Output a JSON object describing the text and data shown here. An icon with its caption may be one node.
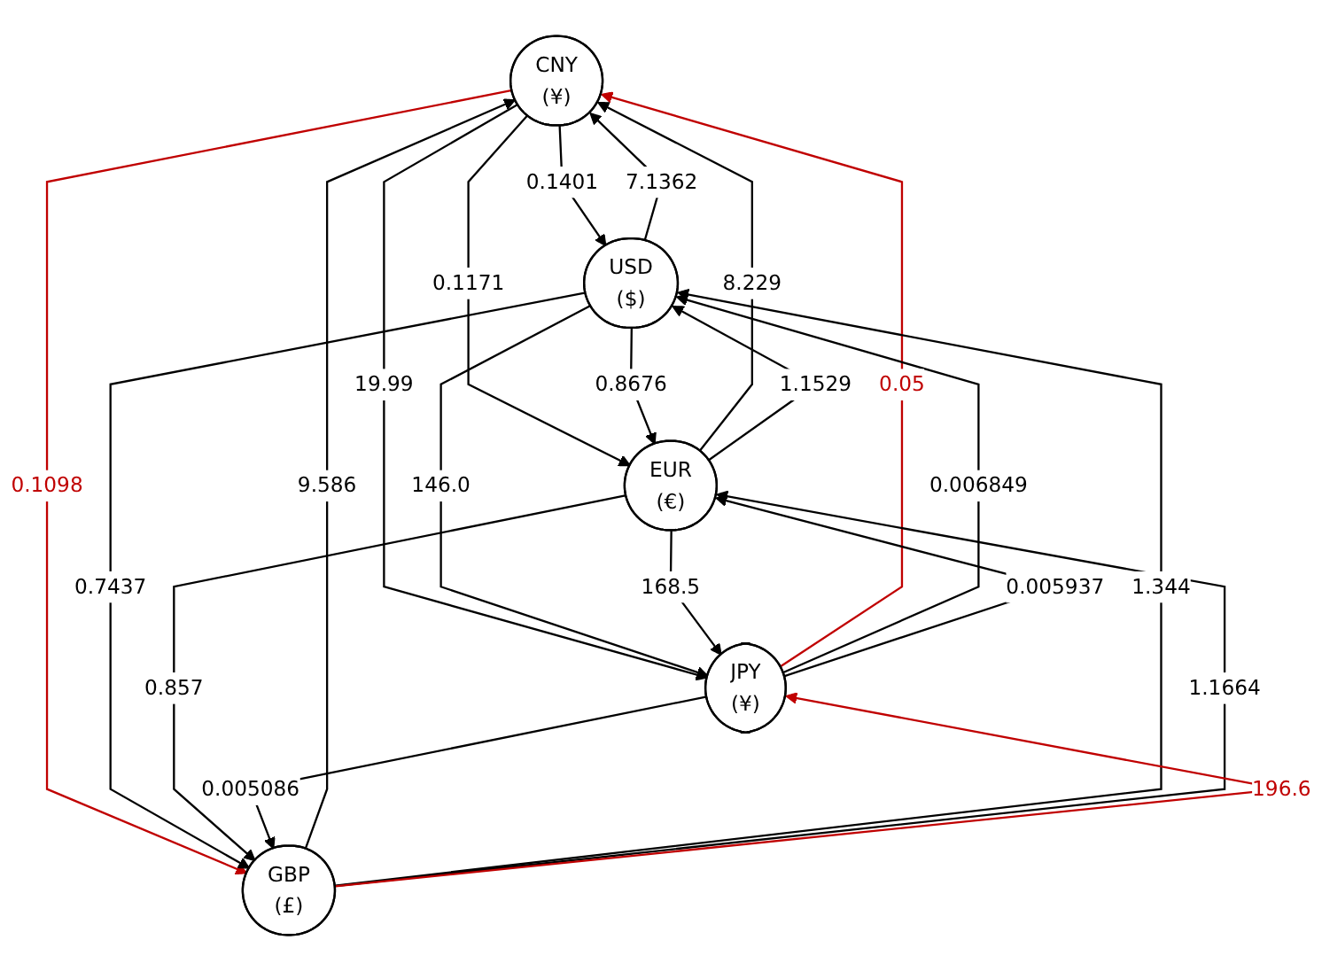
{
  "diagram": {
    "nodes": [
      {
        "text": [
          "CNY",
          "(¥)"
        ]
      },
      {
        "text": [
          "USD",
          "($)"
        ]
      },
      {
        "text": [
          "EUR",
          "(€)"
        ]
      },
      {
        "text": [
          "JPY",
          "(¥)"
        ]
      },
      {
        "text": [
          "GBP",
          "(£)"
        ]
      }
    ],
    "edges": [
      {
        "from": 0,
        "to": 1,
        "arrow": "to",
        "label": "0.1401"
      },
      {
        "from": 1,
        "to": 0,
        "arrow": "to",
        "label": "7.1362"
      },
      {
        "from": 0,
        "to": 2,
        "arrow": "to",
        "label": "0.1171"
      },
      {
        "from": 2,
        "to": 0,
        "arrow": "to",
        "label": "8.229"
      },
      {
        "from": 2,
        "to": 1,
        "arrow": "to",
        "label": "1.1529"
      },
      {
        "from": 1,
        "to": 2,
        "arrow": "to",
        "label": "0.8676"
      },
      {
        "from": 0,
        "to": 3,
        "arrow": "to",
        "label": "19.99"
      },
      {
        "from": 3,
        "to": 0,
        "arrow": "to",
        "label": "0.05",
        "color": "#c00000"
      },
      {
        "from": 0,
        "to": 4,
        "arrow": "to",
        "label": "0.1098",
        "color": "#c00000"
      },
      {
        "from": 4,
        "to": 0,
        "arrow": "to",
        "label": "9.586"
      },
      {
        "from": 1,
        "to": 3,
        "arrow": "to",
        "label": "146.0"
      },
      {
        "from": 3,
        "to": 1,
        "arrow": "to",
        "label": "0.006849"
      },
      {
        "from": 1,
        "to": 4,
        "arrow": "to",
        "label": "0.7437"
      },
      {
        "from": 4,
        "to": 1,
        "arrow": "to",
        "label": "1.344"
      },
      {
        "from": 2,
        "to": 3,
        "arrow": "to",
        "label": "168.5"
      },
      {
        "from": 3,
        "to": 2,
        "arrow": "to",
        "label": "0.005937"
      },
      {
        "from": 2,
        "to": 4,
        "arrow": "to",
        "label": "0.857"
      },
      {
        "from": 4,
        "to": 2,
        "arrow": "to",
        "label": "1.1664"
      },
      {
        "from": 3,
        "to": 4,
        "arrow": "to",
        "label": "0.005086"
      },
      {
        "from": 4,
        "to": 3,
        "arrow": "to",
        "label": "196.6",
        "color": "#c00000"
      }
    ]
  }
}
